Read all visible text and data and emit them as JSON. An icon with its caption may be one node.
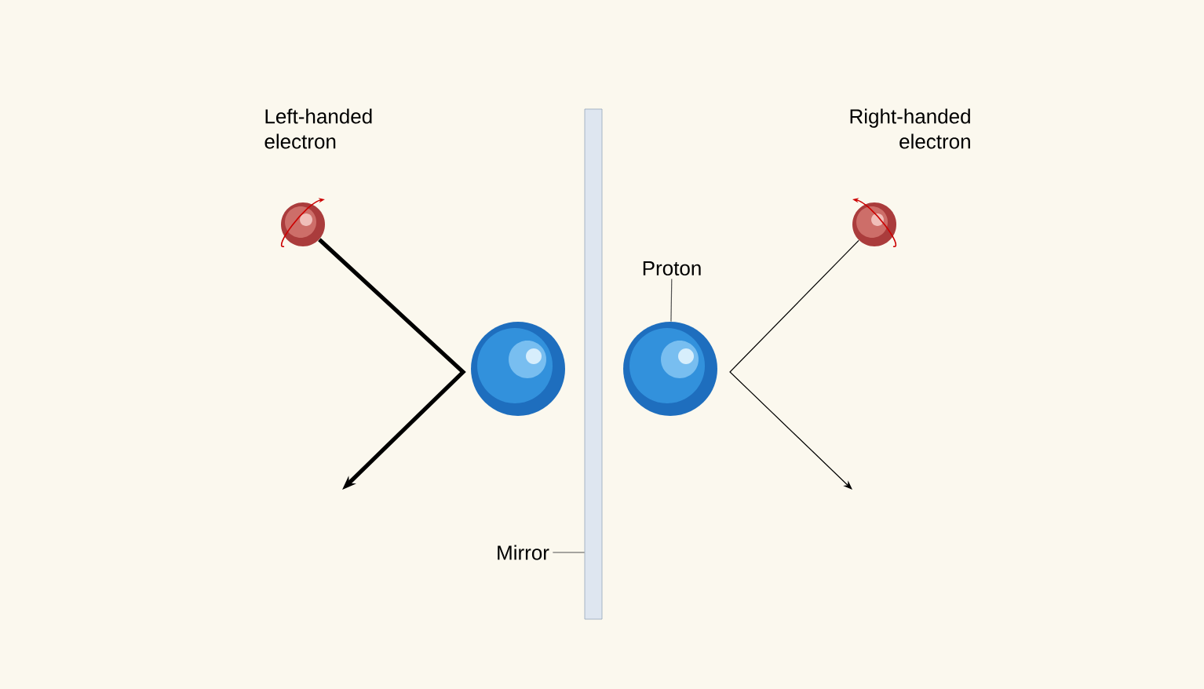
{
  "diagram": {
    "nodes": [
      {
        "text": [
          "Left-handed electron"
        ]
      },
      {
        "text": [],
        "shape": "circle"
      },
      {
        "text": [],
        "shape": "bar"
      },
      {
        "text": [],
        "shape": "circle"
      },
      {
        "text": [
          "Right-handed electron"
        ]
      },
      {
        "text": [
          "Proton"
        ]
      },
      {
        "text": [
          "Mirror"
        ]
      }
    ],
    "edges": [
      {
        "from": 0,
        "to": null,
        "arrow": "to",
        "style": "thick"
      },
      {
        "from": 4,
        "to": null,
        "arrow": "to"
      },
      {
        "from": 5,
        "to": 3,
        "arrow": "none"
      },
      {
        "from": 6,
        "to": 2,
        "arrow": "none"
      }
    ]
  }
}
